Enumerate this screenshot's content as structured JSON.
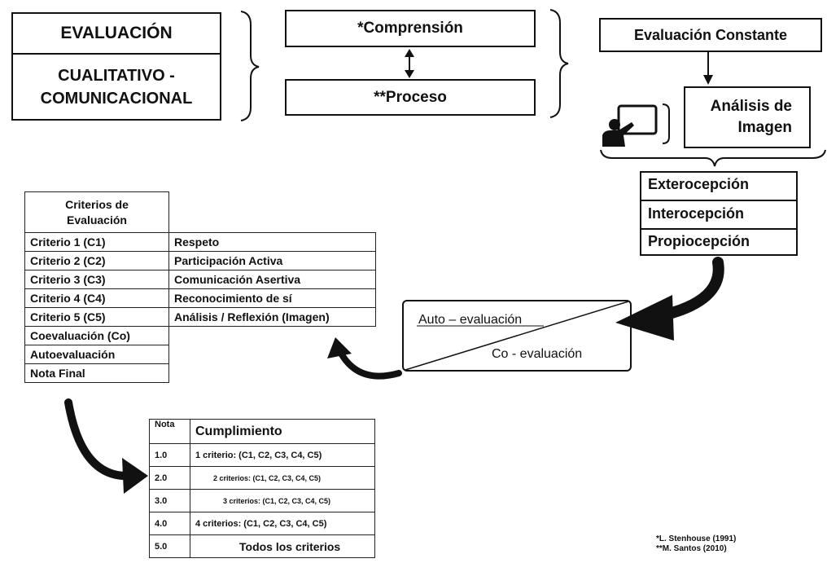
{
  "evaluacion_box": {
    "title": "EVALUACIÓN",
    "subtitle": "CUALITATIVO - COMUNICACIONAL"
  },
  "center_boxes": {
    "top": "*Comprensión",
    "bottom": "**Proceso"
  },
  "right": {
    "constant": "Evaluación Constante",
    "image_analysis": "Análisis de Imagen",
    "icon": "teacher-presentation-icon"
  },
  "perceptions": [
    "Exterocepción",
    "Interocepción",
    "Propiocepción"
  ],
  "auto_co_box": {
    "auto": "Auto – evaluación",
    "co": "Co - evaluación"
  },
  "criteria_table": {
    "header": "Criterios de Evaluación",
    "rows": [
      {
        "label": "Criterio 1 (C1)",
        "value": "Respeto"
      },
      {
        "label": "Criterio 2 (C2)",
        "value": "Participación Activa"
      },
      {
        "label": "Criterio 3 (C3)",
        "value": "Comunicación Asertiva"
      },
      {
        "label": "Criterio 4 (C4)",
        "value": "Reconocimiento de sí"
      },
      {
        "label": "Criterio 5 (C5)",
        "value": "Análisis / Reflexión (Imagen)"
      },
      {
        "label": "Coevaluación (Co)",
        "value": ""
      },
      {
        "label": "Autoevaluación",
        "value": ""
      },
      {
        "label": "Nota Final",
        "value": ""
      }
    ]
  },
  "grade_table": {
    "header_nota": "Nota",
    "header_cumplimiento": "Cumplimiento",
    "rows": [
      {
        "nota": "1.0",
        "text": "1 criterio: (C1, C2, C3, C4, C5)"
      },
      {
        "nota": "2.0",
        "text": "2 criterios: (C1, C2, C3, C4, C5)"
      },
      {
        "nota": "3.0",
        "text": "3 criterios: (C1, C2, C3, C4, C5)"
      },
      {
        "nota": "4.0",
        "text": "4 criterios: (C1, C2, C3, C4, C5)"
      },
      {
        "nota": "5.0",
        "text": "Todos los criterios"
      }
    ]
  },
  "references": [
    "*L. Stenhouse (1991)",
    "**M. Santos (2010)"
  ]
}
